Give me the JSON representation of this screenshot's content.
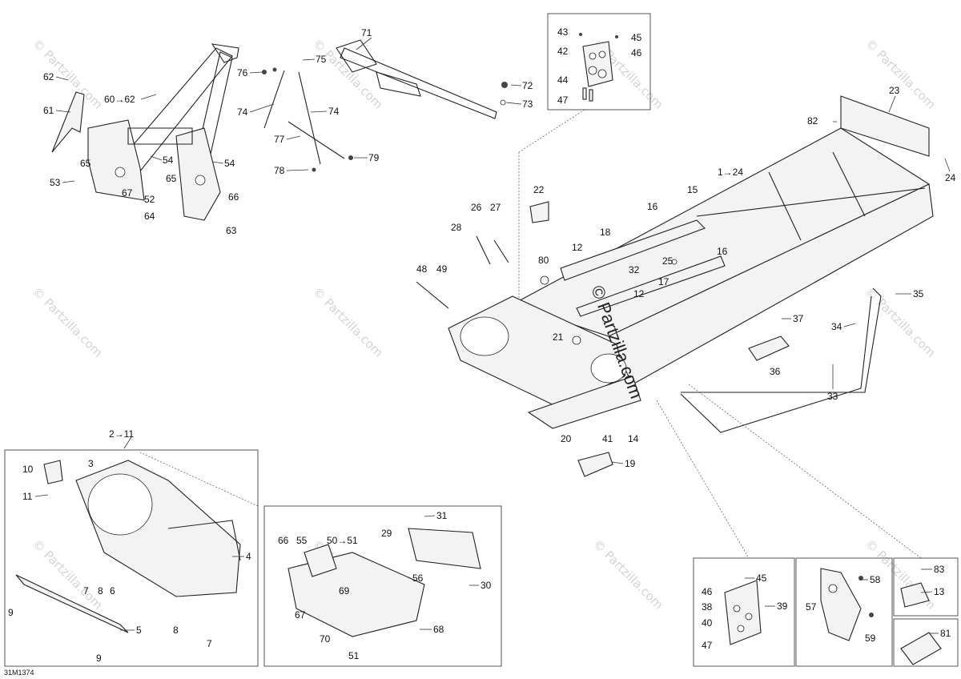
{
  "drawing_code": "31M1374",
  "watermark": "© Partzilla.com",
  "center_watermark": "© Partzilla.com",
  "callouts": [
    {
      "id": "c-71",
      "text": "71"
    },
    {
      "id": "c-72",
      "text": "72"
    },
    {
      "id": "c-73",
      "text": "73"
    },
    {
      "id": "c-75",
      "text": "75"
    },
    {
      "id": "c-76",
      "text": "76"
    },
    {
      "id": "c-74a",
      "text": "74"
    },
    {
      "id": "c-74b",
      "text": "74"
    },
    {
      "id": "c-77",
      "text": "77"
    },
    {
      "id": "c-78",
      "text": "78"
    },
    {
      "id": "c-79",
      "text": "79"
    },
    {
      "id": "c-62",
      "text": "62"
    },
    {
      "id": "c-60-62",
      "text": "60→62"
    },
    {
      "id": "c-61",
      "text": "61"
    },
    {
      "id": "c-54a",
      "text": "54"
    },
    {
      "id": "c-54b",
      "text": "54"
    },
    {
      "id": "c-65a",
      "text": "65"
    },
    {
      "id": "c-65b",
      "text": "65"
    },
    {
      "id": "c-53",
      "text": "53"
    },
    {
      "id": "c-67a",
      "text": "67"
    },
    {
      "id": "c-52",
      "text": "52"
    },
    {
      "id": "c-66a",
      "text": "66"
    },
    {
      "id": "c-64",
      "text": "64"
    },
    {
      "id": "c-63",
      "text": "63"
    },
    {
      "id": "c-43",
      "text": "43"
    },
    {
      "id": "c-45a",
      "text": "45"
    },
    {
      "id": "c-42",
      "text": "42"
    },
    {
      "id": "c-46a",
      "text": "46"
    },
    {
      "id": "c-44",
      "text": "44"
    },
    {
      "id": "c-47a",
      "text": "47"
    },
    {
      "id": "c-23",
      "text": "23"
    },
    {
      "id": "c-82",
      "text": "82"
    },
    {
      "id": "c-24",
      "text": "24"
    },
    {
      "id": "c-1-24",
      "text": "1→24"
    },
    {
      "id": "c-15",
      "text": "15"
    },
    {
      "id": "c-16a",
      "text": "16"
    },
    {
      "id": "c-16b",
      "text": "16"
    },
    {
      "id": "c-22",
      "text": "22"
    },
    {
      "id": "c-26",
      "text": "26"
    },
    {
      "id": "c-27",
      "text": "27"
    },
    {
      "id": "c-28",
      "text": "28"
    },
    {
      "id": "c-12a",
      "text": "12"
    },
    {
      "id": "c-12b",
      "text": "12"
    },
    {
      "id": "c-18",
      "text": "18"
    },
    {
      "id": "c-80",
      "text": "80"
    },
    {
      "id": "c-32",
      "text": "32"
    },
    {
      "id": "c-25",
      "text": "25"
    },
    {
      "id": "c-17",
      "text": "17"
    },
    {
      "id": "c-48",
      "text": "48"
    },
    {
      "id": "c-49",
      "text": "49"
    },
    {
      "id": "c-35",
      "text": "35"
    },
    {
      "id": "c-37",
      "text": "37"
    },
    {
      "id": "c-34",
      "text": "34"
    },
    {
      "id": "c-36",
      "text": "36"
    },
    {
      "id": "c-21",
      "text": "21"
    },
    {
      "id": "c-33",
      "text": "33"
    },
    {
      "id": "c-20",
      "text": "20"
    },
    {
      "id": "c-41",
      "text": "41"
    },
    {
      "id": "c-14",
      "text": "14"
    },
    {
      "id": "c-19",
      "text": "19"
    },
    {
      "id": "c-2-11",
      "text": "2→11"
    },
    {
      "id": "c-3",
      "text": "3"
    },
    {
      "id": "c-10",
      "text": "10"
    },
    {
      "id": "c-11",
      "text": "11"
    },
    {
      "id": "c-4",
      "text": "4"
    },
    {
      "id": "c-7a",
      "text": "7"
    },
    {
      "id": "c-8a",
      "text": "8"
    },
    {
      "id": "c-6",
      "text": "6"
    },
    {
      "id": "c-9a",
      "text": "9"
    },
    {
      "id": "c-8b",
      "text": "8"
    },
    {
      "id": "c-7b",
      "text": "7"
    },
    {
      "id": "c-5",
      "text": "5"
    },
    {
      "id": "c-9b",
      "text": "9"
    },
    {
      "id": "c-31",
      "text": "31"
    },
    {
      "id": "c-66b",
      "text": "66"
    },
    {
      "id": "c-55",
      "text": "55"
    },
    {
      "id": "c-50-51",
      "text": "50→51"
    },
    {
      "id": "c-29",
      "text": "29"
    },
    {
      "id": "c-56",
      "text": "56"
    },
    {
      "id": "c-30",
      "text": "30"
    },
    {
      "id": "c-69",
      "text": "69"
    },
    {
      "id": "c-67b",
      "text": "67"
    },
    {
      "id": "c-68",
      "text": "68"
    },
    {
      "id": "c-70",
      "text": "70"
    },
    {
      "id": "c-51",
      "text": "51"
    },
    {
      "id": "c-46b",
      "text": "46"
    },
    {
      "id": "c-45b",
      "text": "45"
    },
    {
      "id": "c-38",
      "text": "38"
    },
    {
      "id": "c-39",
      "text": "39"
    },
    {
      "id": "c-40",
      "text": "40"
    },
    {
      "id": "c-47b",
      "text": "47"
    },
    {
      "id": "c-58",
      "text": "58"
    },
    {
      "id": "c-57",
      "text": "57"
    },
    {
      "id": "c-59",
      "text": "59"
    },
    {
      "id": "c-83",
      "text": "83"
    },
    {
      "id": "c-13",
      "text": "13"
    },
    {
      "id": "c-81",
      "text": "81"
    }
  ]
}
